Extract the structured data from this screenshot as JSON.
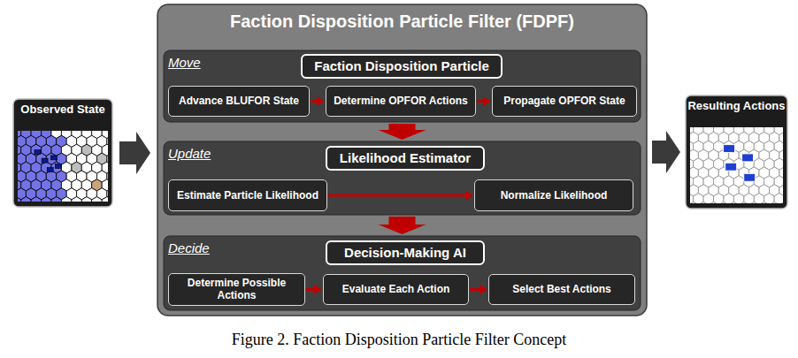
{
  "diagram": {
    "caption": "Figure 2. Faction Disposition Particle Filter Concept",
    "nodes": [
      {
        "text": [
          "Observed State"
        ]
      },
      {
        "text": [
          "Faction Disposition Particle Filter (FDPF)"
        ]
      },
      {
        "text": [
          "Move"
        ],
        "in": 1
      },
      {
        "text": [
          "Faction Disposition Particle"
        ],
        "in": 2
      },
      {
        "text": [
          "Advance BLUFOR State"
        ],
        "in": 2
      },
      {
        "text": [
          "Determine OPFOR Actions"
        ],
        "in": 2
      },
      {
        "text": [
          "Propagate OPFOR State"
        ],
        "in": 2
      },
      {
        "text": [
          "Update"
        ],
        "in": 1
      },
      {
        "text": [
          "Likelihood Estimator"
        ],
        "in": 7
      },
      {
        "text": [
          "Estimate Particle Likelihood"
        ],
        "in": 7
      },
      {
        "text": [
          "Normalize Likelihood"
        ],
        "in": 7
      },
      {
        "text": [
          "Decide"
        ],
        "in": 1
      },
      {
        "text": [
          "Decision-Making AI"
        ],
        "in": 11
      },
      {
        "text": [
          "Determine Possible Actions"
        ],
        "in": 11
      },
      {
        "text": [
          "Evaluate Each Action"
        ],
        "in": 11
      },
      {
        "text": [
          "Select Best Actions"
        ],
        "in": 11
      },
      {
        "text": [
          "Resulting Actions"
        ]
      }
    ],
    "edges": [
      {
        "from": 0,
        "to": 1,
        "arrow": "to"
      },
      {
        "from": 4,
        "to": 5,
        "arrow": "to"
      },
      {
        "from": 5,
        "to": 6,
        "arrow": "to"
      },
      {
        "from": 2,
        "to": 7,
        "arrow": "to"
      },
      {
        "from": 9,
        "to": 10,
        "arrow": "to"
      },
      {
        "from": 7,
        "to": 11,
        "arrow": "to"
      },
      {
        "from": 13,
        "to": 14,
        "arrow": "to"
      },
      {
        "from": 14,
        "to": 15,
        "arrow": "to"
      },
      {
        "from": 1,
        "to": 16,
        "arrow": "to"
      }
    ]
  }
}
